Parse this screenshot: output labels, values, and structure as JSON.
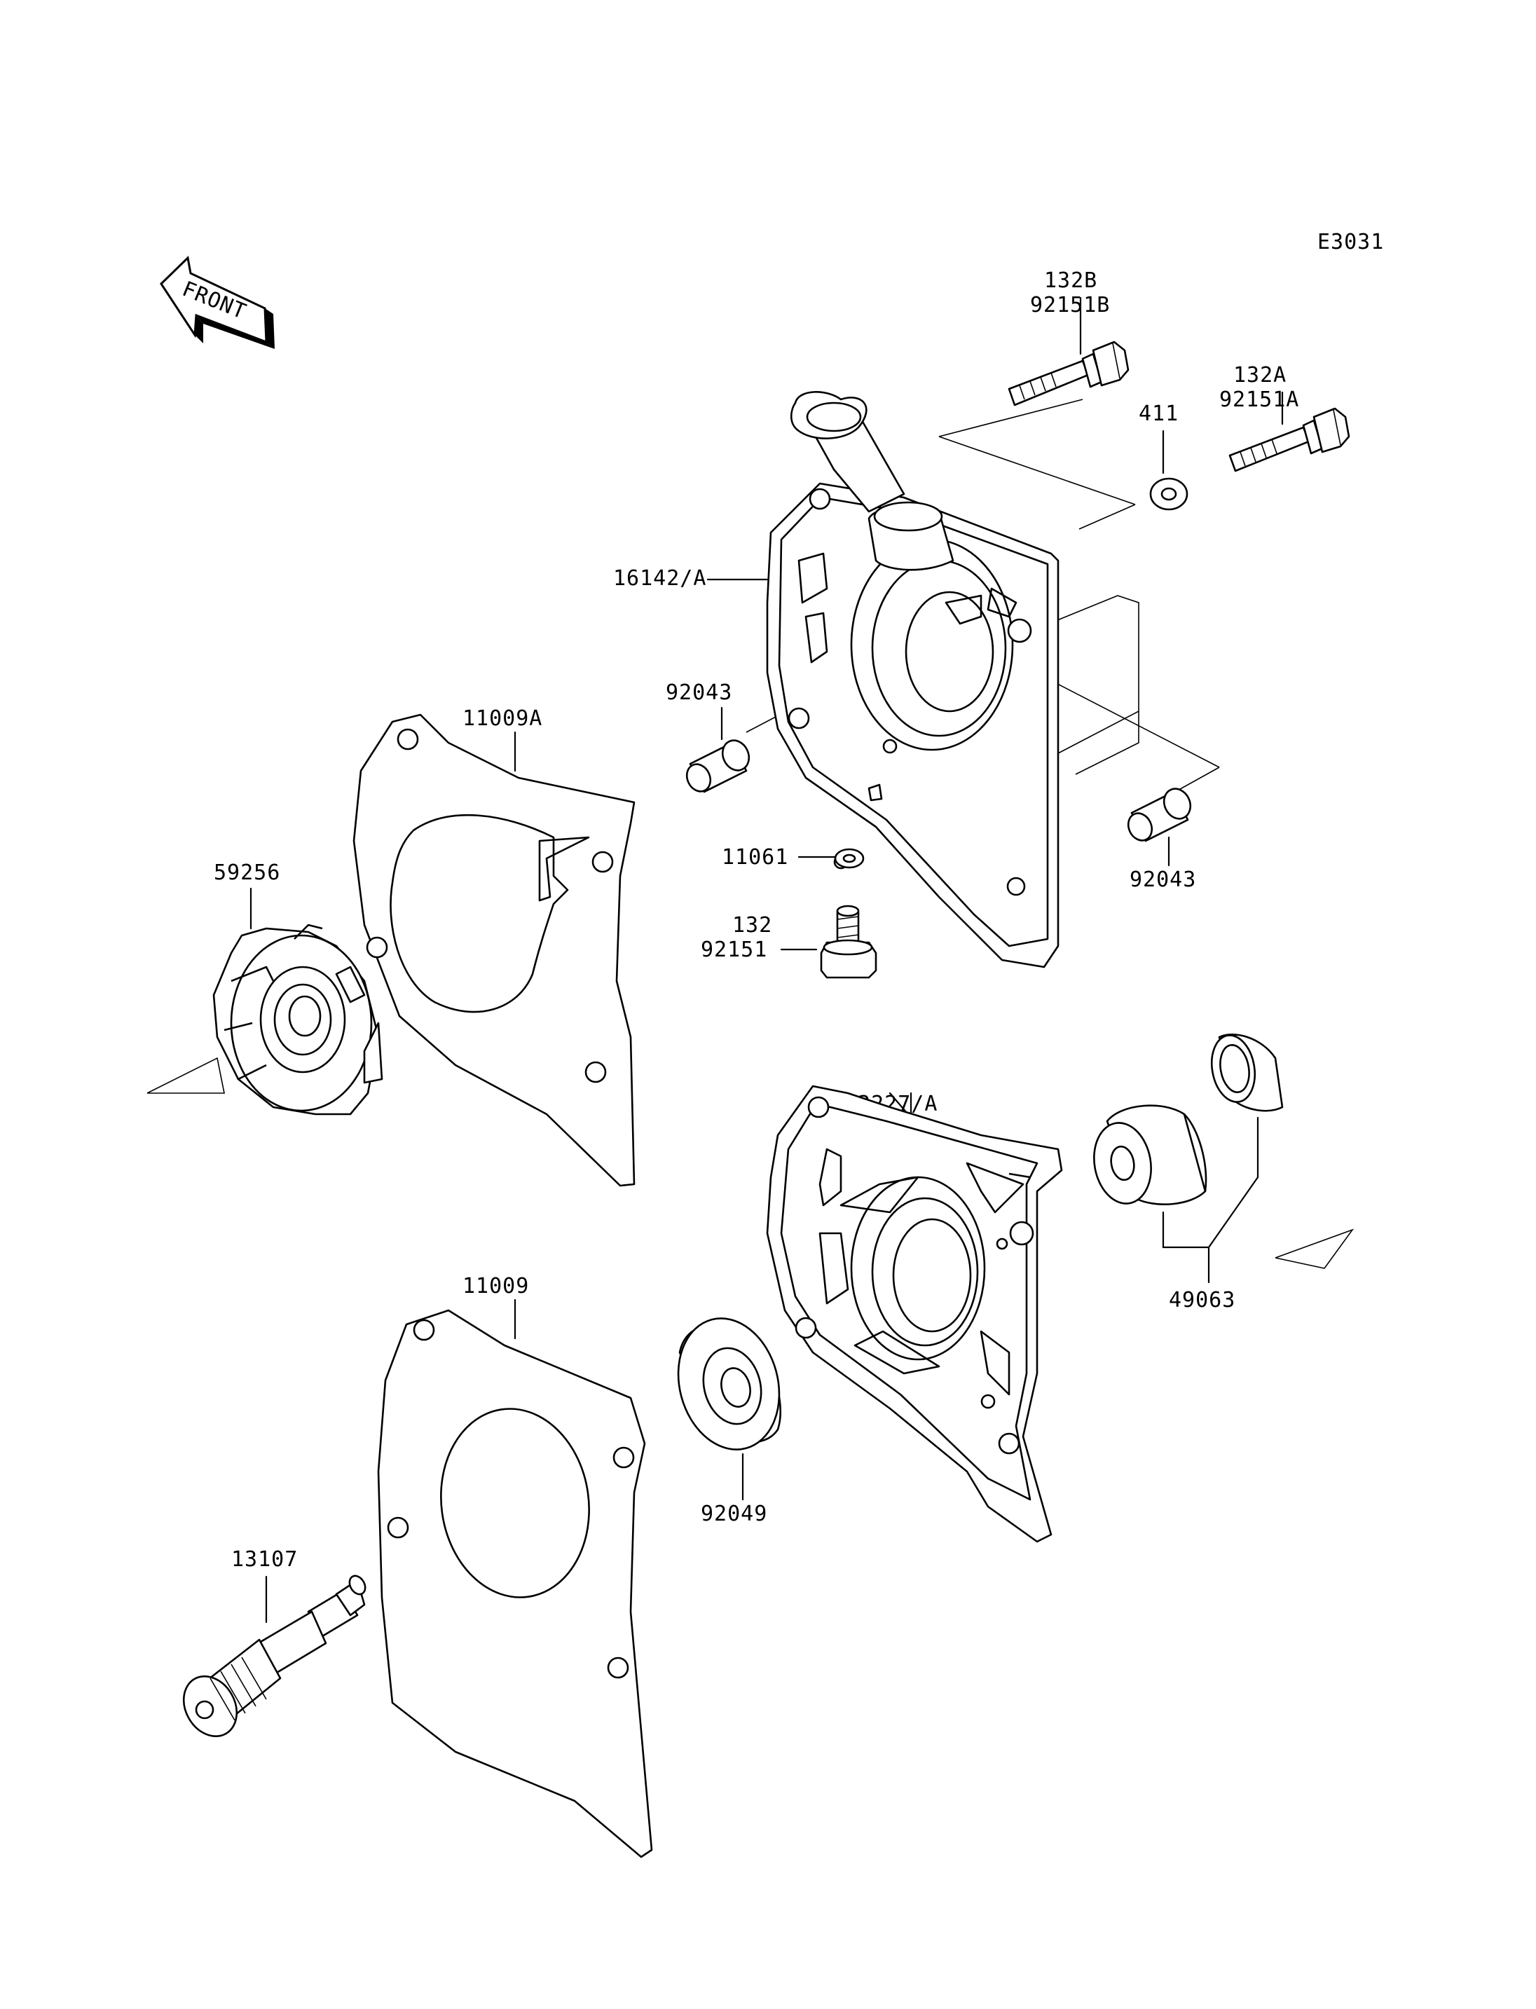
{
  "diagram_code": "E3031",
  "front_arrow": {
    "text": "FRONT",
    "icon": "front-direction-arrow-icon"
  },
  "parts": [
    {
      "id": "132b",
      "label": "132B"
    },
    {
      "id": "92151b",
      "label": "92151B"
    },
    {
      "id": "132a",
      "label": "132A"
    },
    {
      "id": "92151a",
      "label": "92151A"
    },
    {
      "id": "411",
      "label": "411"
    },
    {
      "id": "16142a",
      "label": "16142/A"
    },
    {
      "id": "92043-left",
      "label": "92043"
    },
    {
      "id": "92043-right",
      "label": "92043"
    },
    {
      "id": "11009a",
      "label": "11009A"
    },
    {
      "id": "11061",
      "label": "11061"
    },
    {
      "id": "132",
      "label": "132"
    },
    {
      "id": "92151",
      "label": "92151"
    },
    {
      "id": "59256",
      "label": "59256"
    },
    {
      "id": "13227a",
      "label": "13227/A"
    },
    {
      "id": "49063",
      "label": "49063"
    },
    {
      "id": "11009",
      "label": "11009"
    },
    {
      "id": "92049",
      "label": "92049"
    },
    {
      "id": "13107",
      "label": "13107"
    }
  ]
}
